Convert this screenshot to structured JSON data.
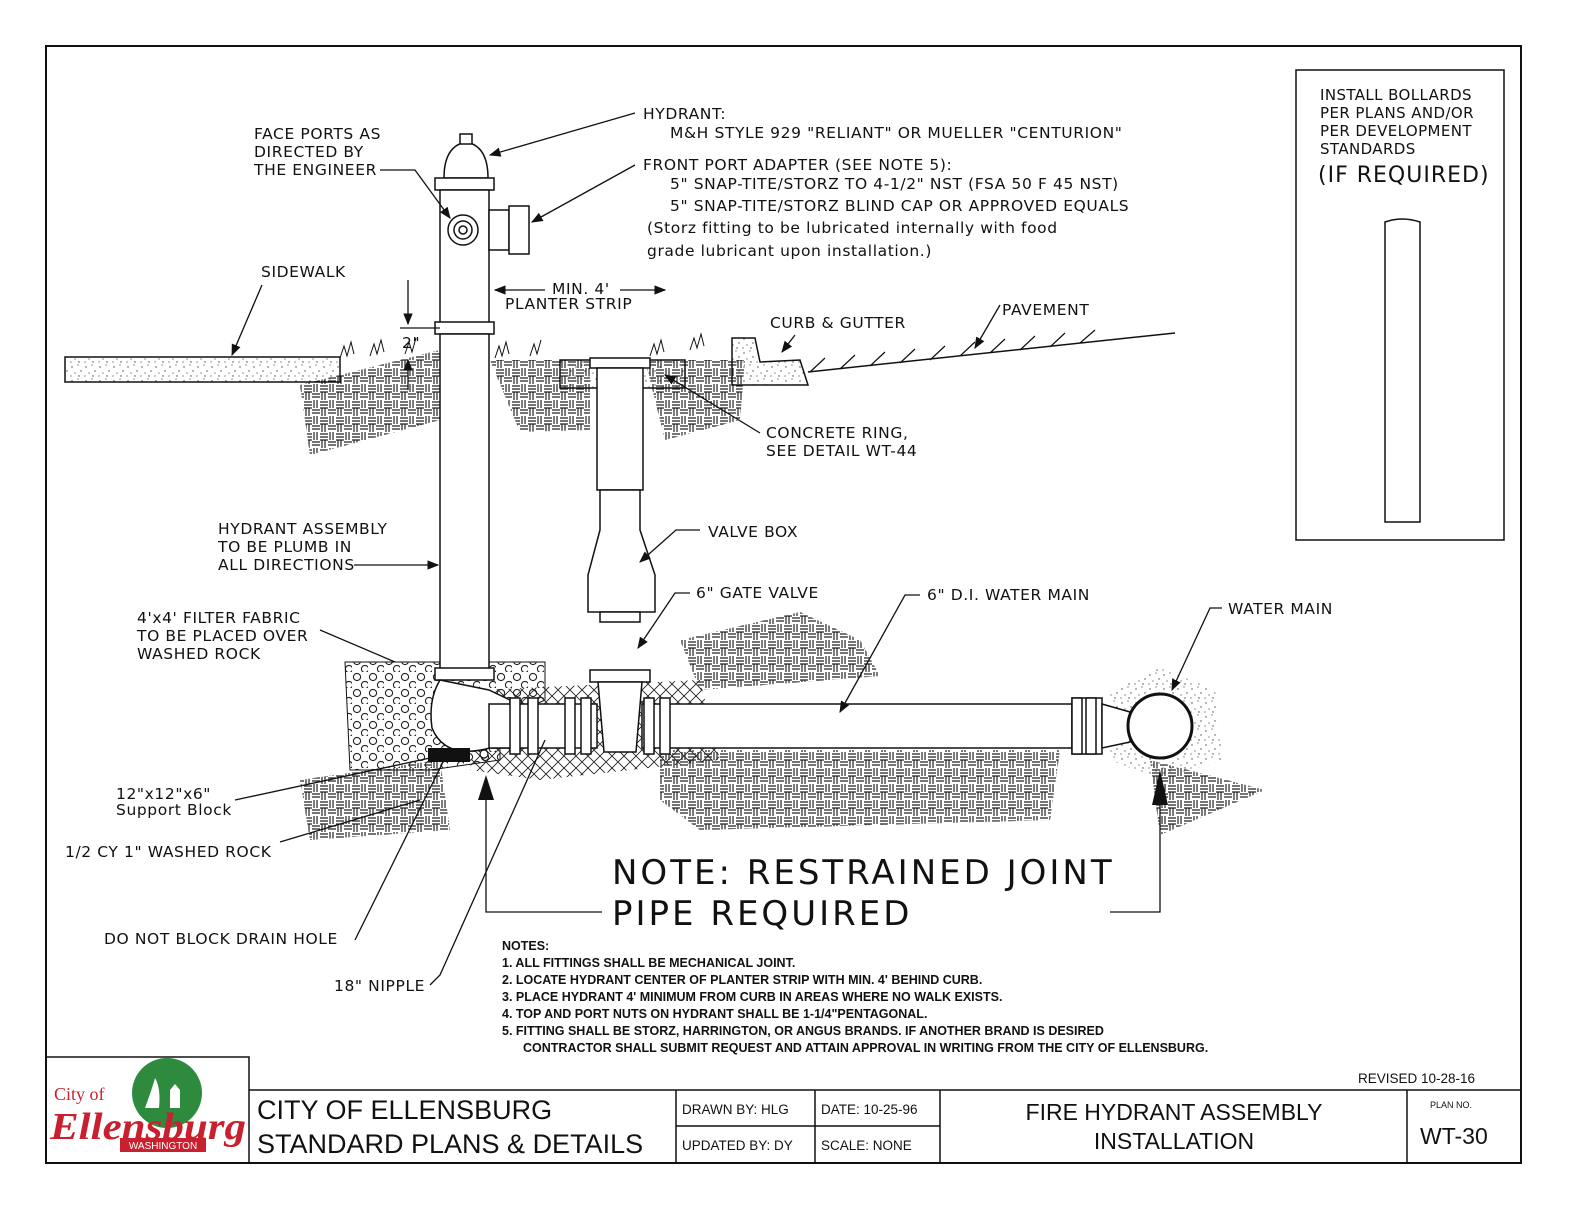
{
  "title_block": {
    "org_line1": "CITY OF ELLENSBURG",
    "org_line2": "STANDARD PLANS & DETAILS",
    "drawn_by": "DRAWN BY:  HLG",
    "updated_by": "UPDATED BY:  DY",
    "date": "DATE: 10-25-96",
    "scale": "SCALE:  NONE",
    "drawing_title_1": "FIRE HYDRANT ASSEMBLY",
    "drawing_title_2": "INSTALLATION",
    "plan_no_label": "PLAN NO.",
    "plan_no": "WT-30",
    "revised": "REVISED 10-28-16"
  },
  "logo": {
    "city_of": "City of",
    "name": "Ellensburg",
    "state": "WASHINGTON",
    "colors": {
      "red": "#c8202e",
      "green": "#2e8b3e"
    }
  },
  "bollard_box": {
    "line1": "INSTALL  BOLLARDS",
    "line2": "PER  PLANS  AND/OR",
    "line3": "PER  DEVELOPMENT",
    "line4": "STANDARDS",
    "line5": "(IF  REQUIRED)"
  },
  "callouts": {
    "hydrant_1": "HYDRANT:",
    "hydrant_2": "M&H  STYLE  929  \"RELIANT\"  OR  MUELLER  \"CENTURION\"",
    "adapter_1": "FRONT  PORT  ADAPTER  (SEE  NOTE  5):",
    "adapter_2": "5\"  SNAP-TITE/STORZ  TO  4-1/2\"  NST (FSA  50  F  45  NST)",
    "adapter_3": "5\"  SNAP-TITE/STORZ  BLIND  CAP  OR  APPROVED  EQUALS",
    "adapter_4": "(Storz  fitting  to  be  lubricated  internally  with  food",
    "adapter_5": "grade  lubricant  upon  installation.)",
    "face_ports_1": "FACE  PORTS  AS",
    "face_ports_2": "DIRECTED  BY",
    "face_ports_3": "THE  ENGINEER",
    "sidewalk": "SIDEWALK",
    "two_inch": "2\"",
    "min4_1": "MIN.  4'",
    "min4_2": "PLANTER  STRIP",
    "curb": "CURB  &  GUTTER",
    "pavement": "PAVEMENT",
    "ring_1": "CONCRETE  RING,",
    "ring_2": "SEE  DETAIL  WT-44",
    "plumb_1": "HYDRANT  ASSEMBLY",
    "plumb_2": "TO  BE  PLUMB  IN",
    "plumb_3": "ALL  DIRECTIONS",
    "valve_box": "VALVE  BOX",
    "gate_valve": "6\"  GATE  VALVE",
    "di_main": "6\"  D.I.  WATER  MAIN",
    "water_main": "WATER  MAIN",
    "fabric_1": "4'x4'  FILTER  FABRIC",
    "fabric_2": "TO  BE  PLACED  OVER",
    "fabric_3": "WASHED  ROCK",
    "block_1": "12\"x12\"x6\"",
    "block_2": "Support  Block",
    "rock": "1/2  CY  1\"  WASHED  ROCK",
    "drain": "DO  NOT  BLOCK  DRAIN  HOLE",
    "nipple": "18\"  NIPPLE",
    "restrained_1": "NOTE:  RESTRAINED  JOINT",
    "restrained_2": "PIPE  REQUIRED"
  },
  "notes": {
    "heading": "NOTES:",
    "n1": "1. ALL FITTINGS SHALL BE MECHANICAL JOINT.",
    "n2": "2. LOCATE HYDRANT CENTER OF PLANTER STRIP WITH MIN. 4' BEHIND CURB.",
    "n3": "3. PLACE HYDRANT 4' MINIMUM FROM CURB IN AREAS WHERE NO WALK EXISTS.",
    "n4": "4. TOP AND PORT NUTS ON HYDRANT SHALL BE 1-1/4\"PENTAGONAL.",
    "n5a": "5.  FITTING SHALL BE STORZ, HARRINGTON, OR ANGUS BRANDS.  IF ANOTHER BRAND IS DESIRED",
    "n5b": "CONTRACTOR SHALL SUBMIT REQUEST AND ATTAIN APPROVAL IN WRITING FROM THE CITY OF ELLENSBURG."
  }
}
